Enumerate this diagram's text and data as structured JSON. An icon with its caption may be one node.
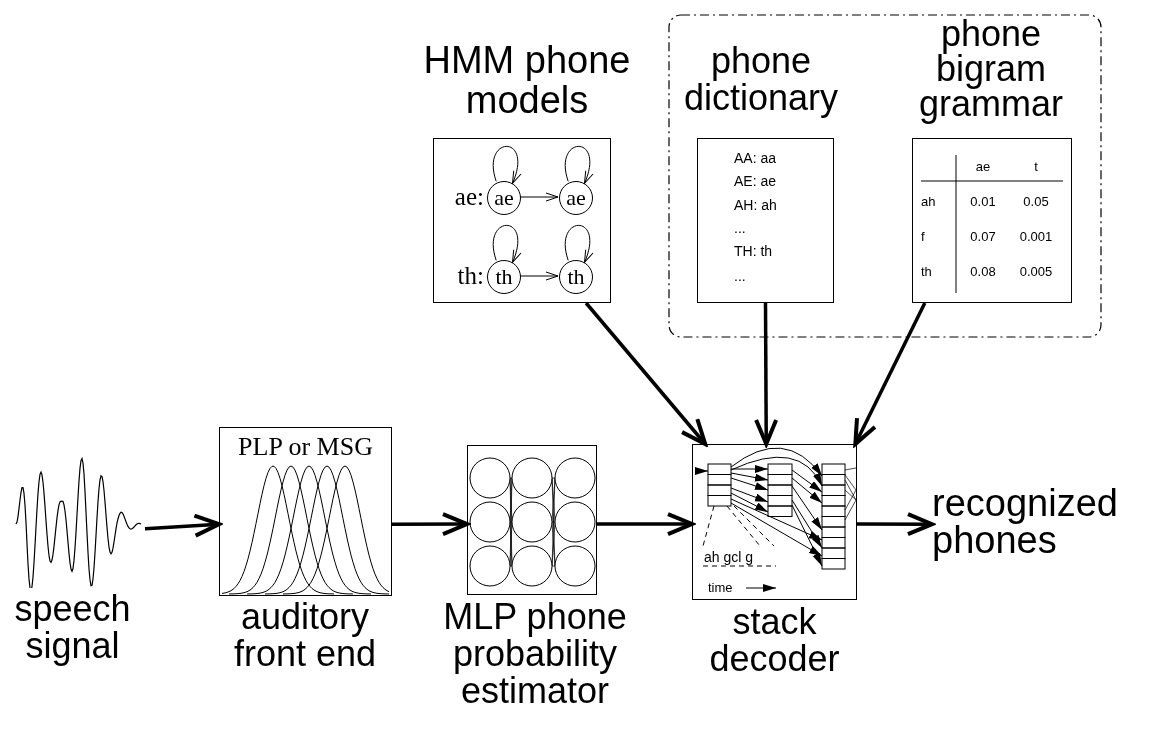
{
  "diagram": {
    "nodes": [
      {
        "text": [
          "speech signal"
        ]
      },
      {
        "text": [
          "PLP or MSG",
          "auditory front end"
        ]
      },
      {
        "text": [
          "MLP phone probability estimator"
        ]
      },
      {
        "text": [
          "HMM phone models",
          "ae:",
          "th:"
        ]
      },
      {
        "text": [
          "ae"
        ],
        "in": 3
      },
      {
        "text": [
          "ae"
        ],
        "in": 3
      },
      {
        "text": [
          "th"
        ],
        "in": 3
      },
      {
        "text": [
          "th"
        ],
        "in": 3
      },
      {
        "text": [],
        "shape": "box"
      },
      {
        "text": [
          "phone dictionary",
          "AA: aa",
          "AE: ae",
          "AH: ah",
          "...",
          "TH: th",
          "..."
        ],
        "in": 8
      },
      {
        "text": [
          "phone bigram grammar"
        ],
        "in": 8
      },
      {
        "text": [
          "stack decoder"
        ]
      },
      {
        "text": [
          "recognized phones"
        ]
      }
    ],
    "edges": [
      {
        "from": 0,
        "to": 1,
        "arrow": "to"
      },
      {
        "from": 1,
        "to": 2,
        "arrow": "to"
      },
      {
        "from": 2,
        "to": 11,
        "arrow": "to"
      },
      {
        "from": 11,
        "to": 12,
        "arrow": "to"
      },
      {
        "from": 3,
        "to": 11,
        "arrow": "to"
      },
      {
        "from": 9,
        "to": 11,
        "arrow": "to"
      },
      {
        "from": 10,
        "to": 11,
        "arrow": "to"
      },
      {
        "from": 4,
        "to": 4,
        "arrow": "to"
      },
      {
        "from": 5,
        "to": 5,
        "arrow": "to"
      },
      {
        "from": 4,
        "to": 5,
        "arrow": "to"
      },
      {
        "from": 6,
        "to": 6,
        "arrow": "to"
      },
      {
        "from": 7,
        "to": 7,
        "arrow": "to"
      },
      {
        "from": 6,
        "to": 7,
        "arrow": "to"
      }
    ],
    "labels": [
      "ae",
      "t",
      "ah",
      "0.01",
      "0.05",
      "f",
      "0.07",
      "0.001",
      "th",
      "0.08",
      "0.005",
      "ah gcl g",
      "time"
    ]
  }
}
